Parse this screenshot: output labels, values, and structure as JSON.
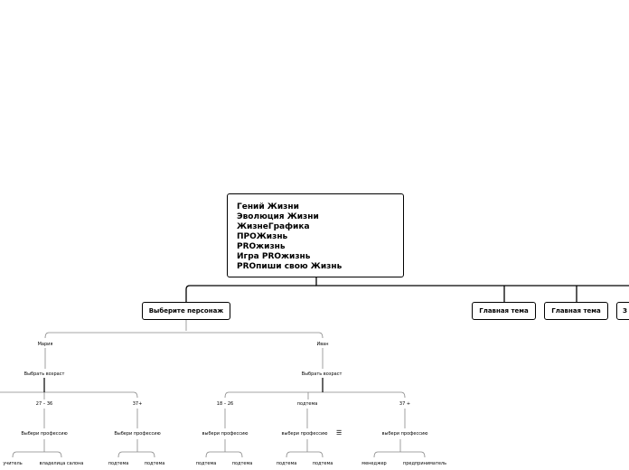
{
  "root": {
    "lines": [
      "Гений Жизни",
      "Эволюция Жизни",
      "ЖизнеГрафика",
      "ПРОЖизнь",
      "PROжизнь",
      "Игра PROжизнь",
      "PROпиши свою Жизнь"
    ]
  },
  "topics": {
    "select_character": "Выберите персонаж",
    "main_topic_1": "Главная тема",
    "main_topic_2": "Главная тема",
    "main_topic_3": "З"
  },
  "characters": {
    "maria": {
      "name": "Мария",
      "age_select": "Выбрать возраст",
      "age_1": "27 – 36",
      "age_2": "37+",
      "prof_1": "Выбери профессию",
      "prof_2": "Выбери профессию",
      "leaves": [
        "учитель",
        "владелица салона",
        "подтема",
        "подтема"
      ]
    },
    "ivan": {
      "name": "Иван",
      "age_select": "Выбрать возраст",
      "age_1": "18 – 26",
      "age_2": "подтема",
      "age_3": "37 +",
      "prof_1": "выбери профессию",
      "prof_2": "выбери профессию",
      "prof_3": "выбери профессию",
      "leaves": [
        "подтема",
        "подтема",
        "подтема",
        "подтема",
        "менеджер",
        "предприниматель"
      ]
    }
  },
  "icons": {
    "notes": "menu-lines-icon"
  }
}
